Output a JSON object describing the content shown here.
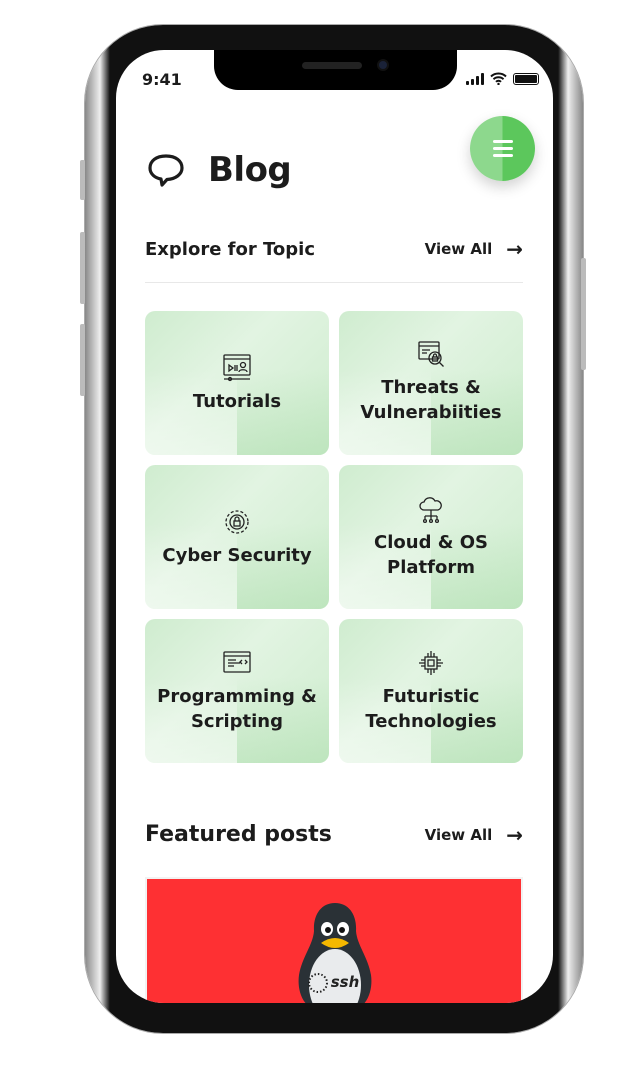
{
  "status_bar": {
    "time": "9:41"
  },
  "header": {
    "title": "Blog"
  },
  "topics_section": {
    "heading": "Explore for Topic",
    "view_all": "View All"
  },
  "topics": [
    {
      "label": "Tutorials",
      "icon": "video-tutorial-icon"
    },
    {
      "label": "Threats & Vulnerabiities",
      "icon": "security-scan-icon"
    },
    {
      "label": "Cyber Security",
      "icon": "lock-gear-icon"
    },
    {
      "label": "Cloud & OS Platform",
      "icon": "cloud-network-icon"
    },
    {
      "label": "Programming & Scripting",
      "icon": "code-window-icon"
    },
    {
      "label": "Futuristic Technologies",
      "icon": "chip-icon"
    }
  ],
  "featured_section": {
    "heading": "Featured posts",
    "view_all": "View All"
  },
  "featured_posts": [
    {
      "image_text": "ssh",
      "color": "#fe3033"
    }
  ],
  "colors": {
    "accent": "#5cc75c",
    "card": "#d6efd6"
  }
}
